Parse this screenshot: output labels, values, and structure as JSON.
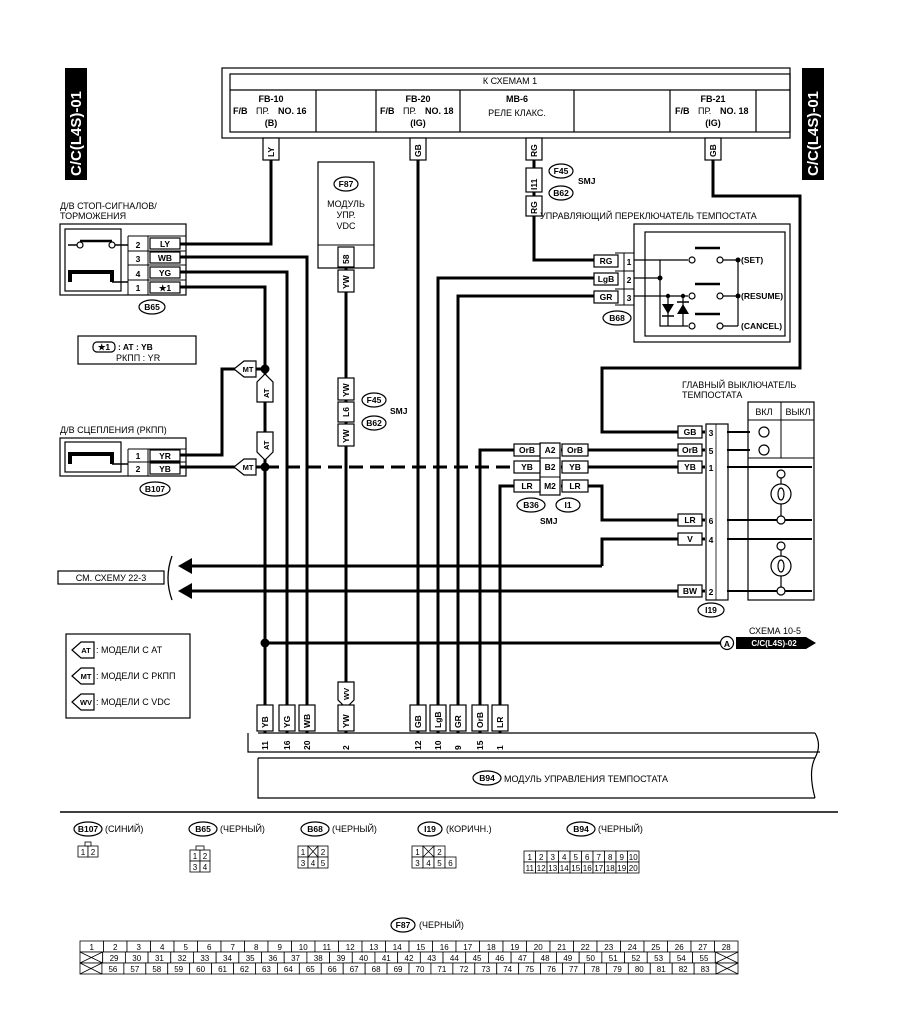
{
  "side_tab": "C/C(L4S)-01",
  "top_header": {
    "title": "К СХЕМАМ 1",
    "cells": [
      {
        "fb": "FB-10",
        "prefix": "F/B",
        "pr": "ПР.",
        "no": "NO. 16",
        "sub": "(B)"
      },
      {
        "fb": "FB-20",
        "prefix": "F/B",
        "pr": "ПР.",
        "no": "NO. 18",
        "sub": "(IG)"
      },
      {
        "fb": "MB-6",
        "sub": "РЕЛЕ КЛАКС."
      },
      {
        "fb": "FB-21",
        "prefix": "F/B",
        "pr": "ПР.",
        "no": "NO. 18",
        "sub": "(IG)"
      }
    ]
  },
  "wire_tags": {
    "ly": "LY",
    "gb": "GB",
    "rg": "RG",
    "yw": "YW",
    "wv": "WV"
  },
  "conn_codes": {
    "f45": "F45",
    "b62": "B62",
    "smj": "SMJ",
    "i11": "I11",
    "l6": "L6",
    "f87": "F87",
    "b65": "B65",
    "b68": "B68",
    "b107": "B107",
    "b36": "B36",
    "i1": "I1",
    "i19": "I19",
    "b94": "B94",
    "pin58": "58"
  },
  "vdc_module": [
    "МОДУЛЬ",
    "УПР.",
    "VDC"
  ],
  "brake_switch": {
    "title_1": "Д/В СТОП-СИГНАЛОВ/",
    "title_2": "ТОРМОЖЕНИЯ",
    "pins": [
      {
        "num": "2",
        "wire": "LY"
      },
      {
        "num": "3",
        "wire": "WB"
      },
      {
        "num": "4",
        "wire": "YG"
      },
      {
        "num": "1",
        "wire": "★1"
      }
    ]
  },
  "note": {
    "key": "★1",
    "line1": ": AT : YB",
    "line2": "РКПП : YR"
  },
  "clutch_switch": {
    "title": "Д/В СЦЕПЛЕНИЯ (РКПП)",
    "pins": [
      {
        "num": "1",
        "wire": "YR"
      },
      {
        "num": "2",
        "wire": "YB"
      }
    ]
  },
  "markers": {
    "mt": "MT",
    "at": "AT",
    "wv": "WV"
  },
  "cc_switch": {
    "title": "УПРАВЛЯЮЩИЙ ПЕРЕКЛЮЧАТЕЛЬ ТЕМПОСТАТА",
    "pins": [
      {
        "wire": "RG",
        "num": "1"
      },
      {
        "wire": "LgB",
        "num": "2"
      },
      {
        "wire": "GR",
        "num": "3"
      }
    ],
    "set": "(SET)",
    "resume": "(RESUME)",
    "cancel": "(CANCEL)"
  },
  "main_switch": {
    "title_1": "ГЛАВНЫЙ ВЫКЛЮЧАТЕЛЬ",
    "title_2": "ТЕМПОСТАТА",
    "on": "ВКЛ",
    "off": "ВЫКЛ",
    "pins": [
      {
        "wire": "GB",
        "num": "3"
      },
      {
        "wire": "OrB",
        "num": "5"
      },
      {
        "wire": "YB",
        "num": "1"
      },
      {
        "wire": "LR",
        "num": "6"
      },
      {
        "wire": "V",
        "num": "4"
      },
      {
        "wire": "BW",
        "num": "2"
      }
    ]
  },
  "joint": [
    {
      "left": "OrB",
      "pin": "A2",
      "right": "OrB"
    },
    {
      "left": "YB",
      "pin": "B2",
      "right": "YB"
    },
    {
      "left": "LR",
      "pin": "M2",
      "right": "LR"
    }
  ],
  "see_scheme": "СМ. СХЕМУ 22-3",
  "scheme_ref": {
    "title": "СХЕМА 10-5",
    "letter": "A",
    "code": "C/C(L4S)-02"
  },
  "legend": [
    {
      "tag": "AT",
      "text": ": МОДЕЛИ С AT"
    },
    {
      "tag": "MT",
      "text": ": МОДЕЛИ С РКПП"
    },
    {
      "tag": "WV",
      "text": ": МОДЕЛИ С VDC"
    }
  ],
  "ecm_pins": [
    {
      "wire": "YB",
      "pin": "11"
    },
    {
      "wire": "YG",
      "pin": "16"
    },
    {
      "wire": "WB",
      "pin": "20"
    },
    {
      "wire": "YW",
      "pin": "2"
    },
    {
      "wire": "GB",
      "pin": "12"
    },
    {
      "wire": "LgB",
      "pin": "10"
    },
    {
      "wire": "GR",
      "pin": "9"
    },
    {
      "wire": "OrB",
      "pin": "15"
    },
    {
      "wire": "LR",
      "pin": "1"
    }
  ],
  "ecm_title": "МОДУЛЬ УПРАВЛЕНИЯ ТЕМПОСТАТА",
  "connectors": [
    {
      "code": "B107",
      "color": "(СИНИЙ)"
    },
    {
      "code": "B65",
      "color": "(ЧЕРНЫЙ)"
    },
    {
      "code": "B68",
      "color": "(ЧЕРНЫЙ)"
    },
    {
      "code": "I19",
      "color": "(КОРИЧН.)"
    },
    {
      "code": "B94",
      "color": "(ЧЕРНЫЙ)"
    },
    {
      "code": "F87",
      "color": "(ЧЕРНЫЙ)"
    }
  ],
  "pinouts": {
    "b107": [
      [
        "1",
        "2"
      ]
    ],
    "b65": [
      [
        "1",
        "2"
      ],
      [
        "3",
        "4"
      ]
    ],
    "b68": [
      [
        "1",
        "X",
        "2"
      ],
      [
        "3",
        "4",
        "5"
      ]
    ],
    "i19": [
      [
        "1",
        "X",
        "2"
      ],
      [
        "3",
        "4",
        "5",
        "6"
      ]
    ],
    "b94": [
      [
        "1",
        "2",
        "3",
        "4",
        "5",
        "6",
        "7",
        "8",
        "9",
        "10"
      ],
      [
        "11",
        "12",
        "13",
        "14",
        "15",
        "16",
        "17",
        "18",
        "19",
        "20"
      ]
    ],
    "f87": [
      [
        "1",
        "2",
        "3",
        "4",
        "5",
        "6",
        "7",
        "8",
        "9",
        "10",
        "11",
        "12",
        "13",
        "14",
        "15",
        "16",
        "17",
        "18",
        "19",
        "20",
        "21",
        "22",
        "23",
        "24",
        "25",
        "26",
        "27",
        "28"
      ],
      [
        "X",
        "29",
        "30",
        "31",
        "32",
        "33",
        "34",
        "35",
        "36",
        "37",
        "38",
        "39",
        "40",
        "41",
        "42",
        "43",
        "44",
        "45",
        "46",
        "47",
        "48",
        "49",
        "50",
        "51",
        "52",
        "53",
        "54",
        "55",
        "X"
      ],
      [
        "X",
        "56",
        "57",
        "58",
        "59",
        "60",
        "61",
        "62",
        "63",
        "64",
        "65",
        "66",
        "67",
        "68",
        "69",
        "70",
        "71",
        "72",
        "73",
        "74",
        "75",
        "76",
        "77",
        "78",
        "79",
        "80",
        "81",
        "82",
        "83",
        "X"
      ]
    ]
  }
}
